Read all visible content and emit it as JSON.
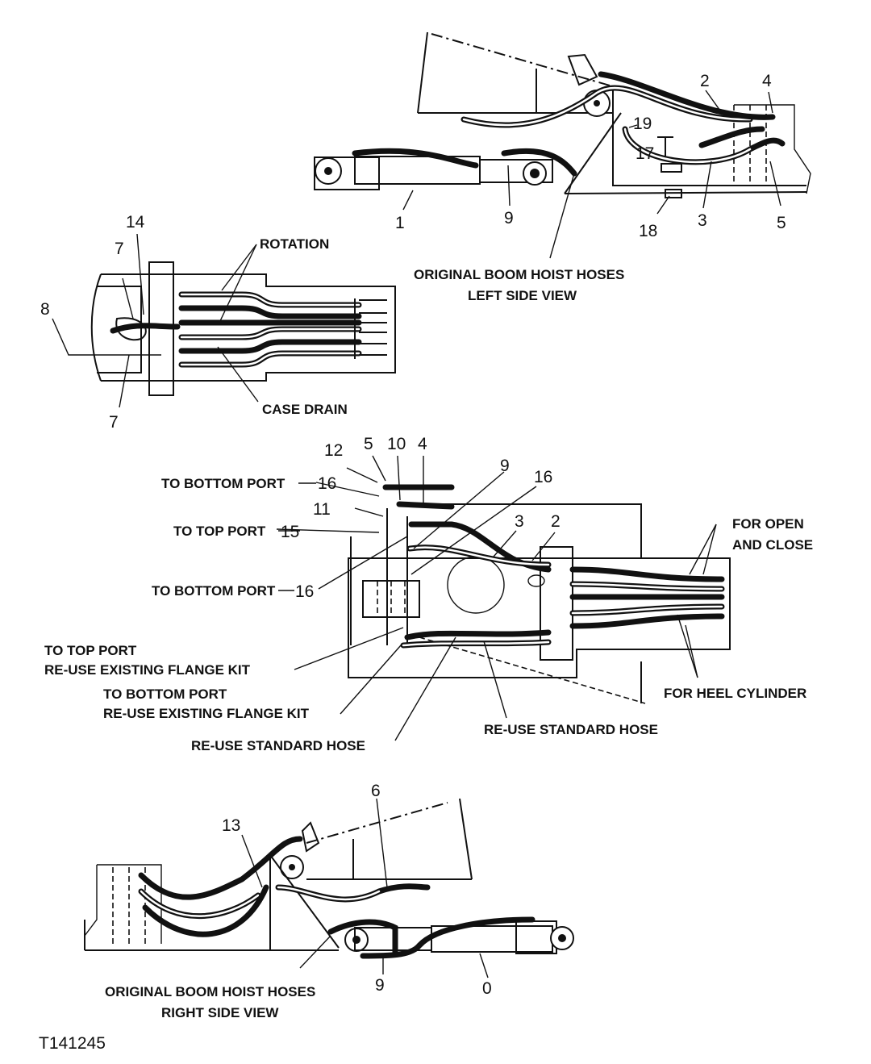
{
  "figure_code": "T141245",
  "top_view": {
    "caption_line1": "ORIGINAL BOOM HOIST HOSES",
    "caption_line2": "LEFT SIDE VIEW",
    "callouts": [
      "1",
      "2",
      "3",
      "4",
      "5",
      "9",
      "17",
      "18",
      "19"
    ]
  },
  "rotation_view": {
    "label_rotation": "ROTATION",
    "label_case_drain": "CASE DRAIN",
    "callouts": [
      "7",
      "7",
      "8",
      "14"
    ]
  },
  "middle_view": {
    "labels": {
      "to_bottom_port_a": "TO BOTTOM PORT",
      "to_top_port": "TO TOP PORT",
      "to_bottom_port_b": "TO BOTTOM PORT",
      "to_top_port_reuse_1": "TO TOP PORT",
      "to_top_port_reuse_2": "RE-USE EXISTING FLANGE KIT",
      "to_bottom_port_reuse_1": "TO BOTTOM PORT",
      "to_bottom_port_reuse_2": "RE-USE EXISTING FLANGE KIT",
      "reuse_std_hose_a": "RE-USE STANDARD HOSE",
      "reuse_std_hose_b": "RE-USE STANDARD HOSE",
      "for_open_1": "FOR OPEN",
      "for_open_2": "AND CLOSE",
      "for_heel": "FOR HEEL CYLINDER"
    },
    "callouts": {
      "c12": "12",
      "c5": "5",
      "c10": "10",
      "c4": "4",
      "c16a": "16",
      "c11": "11",
      "c15": "15",
      "c16b": "16",
      "c9": "9",
      "c16c": "16",
      "c3": "3",
      "c2": "2"
    }
  },
  "bottom_view": {
    "caption_line1": "ORIGINAL BOOM HOIST HOSES",
    "caption_line2": "RIGHT SIDE VIEW",
    "callouts": [
      "13",
      "6",
      "9",
      "0"
    ]
  }
}
